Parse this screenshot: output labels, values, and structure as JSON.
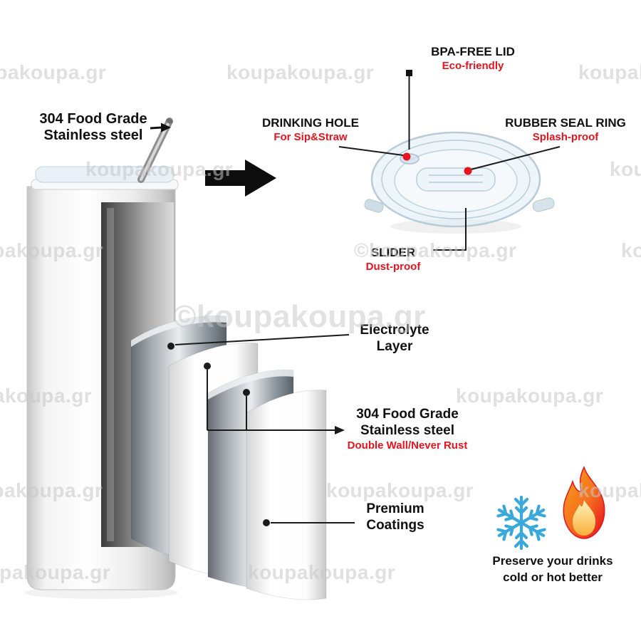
{
  "watermark": {
    "text": "koupakoupa.gr",
    "text_copyright": "©koupakoupa.gr"
  },
  "labels": {
    "straw": {
      "line1": "304 Food Grade",
      "line2": "Stainless steel"
    },
    "bpa_lid": {
      "title": "BPA-FREE LID",
      "sub": "Eco-friendly"
    },
    "drinking_hole": {
      "title": "DRINKING HOLE",
      "sub": "For Sip&Straw"
    },
    "rubber_seal_ring": {
      "title": "RUBBER SEAL RING",
      "sub": "Splash-proof"
    },
    "slider": {
      "title": "SLIDER",
      "sub": "Dust-proof"
    },
    "electrolyte_layer": {
      "line1": "Electrolyte",
      "line2": "Layer"
    },
    "inner_wall": {
      "line1": "304 Food Grade",
      "line2": "Stainless steel",
      "sub": "Double Wall/Never Rust"
    },
    "premium_coatings": {
      "line1": "Premium",
      "line2": "Coatings"
    },
    "preserve": {
      "line1": "Preserve your drinks",
      "line2": "cold or hot better"
    }
  },
  "icons": {
    "snowflake": "snowflake-icon",
    "flame": "flame-icon"
  },
  "colors": {
    "accent_red": "#e8131c",
    "label_black": "#101010",
    "watermark_gray": "#c7c7c7",
    "snowflake_blue": "#39a9dc",
    "flame_orange": "#f7931e",
    "flame_red": "#e8131c"
  }
}
